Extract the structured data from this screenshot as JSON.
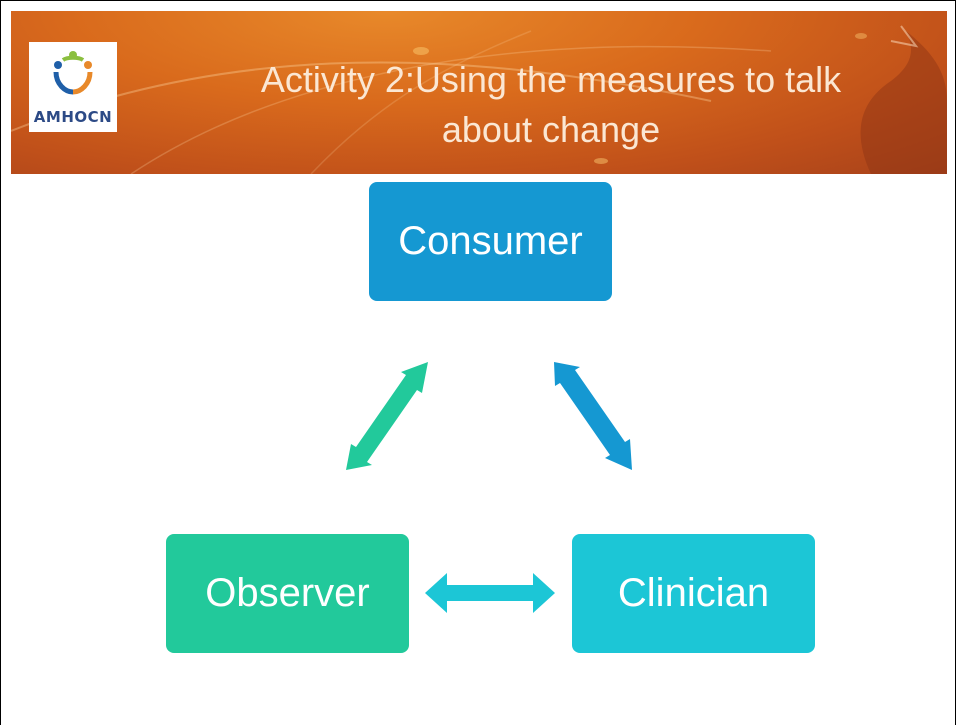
{
  "header": {
    "title": "Activity 2:Using the measures to talk about change",
    "logo_text": "AMHOCN"
  },
  "diagram": {
    "nodes": [
      {
        "id": "consumer",
        "label": "Consumer",
        "color": "#1598d2"
      },
      {
        "id": "observer",
        "label": "Observer",
        "color": "#22c99b"
      },
      {
        "id": "clinician",
        "label": "Clinician",
        "color": "#1cc6d6"
      }
    ],
    "edges": [
      {
        "from": "consumer",
        "to": "observer",
        "direction": "bidirectional",
        "color": "#22c99b"
      },
      {
        "from": "consumer",
        "to": "clinician",
        "direction": "bidirectional",
        "color": "#1598d2"
      },
      {
        "from": "observer",
        "to": "clinician",
        "direction": "bidirectional",
        "color": "#1cc6d6"
      }
    ]
  },
  "colors": {
    "header_orange": "#d96a1c",
    "title_text": "#fbe7d3",
    "logo_blue": "#2c4a86"
  }
}
